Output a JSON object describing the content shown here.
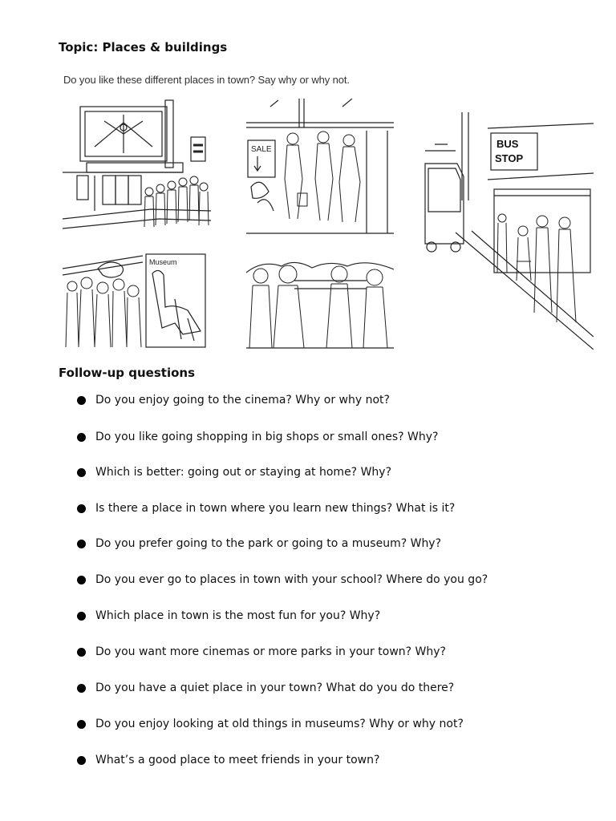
{
  "title": "Topic: Places & buildings",
  "instruction": "Do you like these different places in town? Say why or why not.",
  "illustrations": {
    "shop_sign": "SALE",
    "bus_sign_line1": "BUS",
    "bus_sign_line2": "STOP",
    "museum_sign": "Museum"
  },
  "followup_heading": "Follow-up questions",
  "questions": [
    "Do you enjoy going to the cinema? Why or why not?",
    "Do you like going shopping in big shops or small ones? Why?",
    "Which is better: going out or staying at home? Why?",
    "Is there a place in town where you learn new things? What is it?",
    "Do you prefer going to the park or going to a museum? Why?",
    "Do you ever go to places in town with your school? Where do you go?",
    "Which place in town is the most fun for you? Why?",
    "Do you want more cinemas or more parks in your town? Why?",
    "Do you have a quiet place in your town? What do you do there?",
    "Do you enjoy looking at old things in museums? Why or why not?",
    "What’s a good place to meet friends in your town?"
  ]
}
